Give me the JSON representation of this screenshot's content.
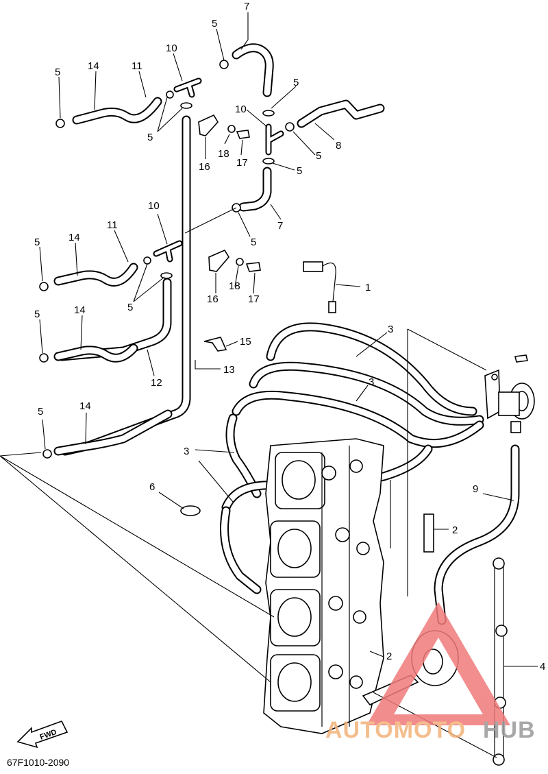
{
  "diagram": {
    "part_code": "67F1010-2090",
    "fwd_label": "FWD",
    "watermark": {
      "brand_left": "AUTOMOTO",
      "brand_right": "HUB",
      "color_left": "#f3b27a",
      "color_right": "#9a9a9a",
      "triangle_color": "#f07a7a"
    },
    "callouts": {
      "c7a": "7",
      "c5a": "5",
      "c10a": "10",
      "c5b": "5",
      "c14a": "14",
      "c11a": "11",
      "c5c": "5",
      "c5d": "5",
      "c10b": "10",
      "c8": "8",
      "c5e": "5",
      "c18a": "18",
      "c17a": "17",
      "c16a": "16",
      "c5f": "5",
      "c10c": "10",
      "c7b": "7",
      "c11b": "11",
      "c14b": "14",
      "c5g": "5",
      "c5h": "5",
      "c1": "1",
      "c18b": "18",
      "c17b": "17",
      "c16b": "16",
      "c5i": "5",
      "c14c": "14",
      "c3a": "3",
      "c15": "15",
      "c13": "13",
      "c12": "12",
      "c3b": "3",
      "c5j": "5",
      "c14d": "14",
      "c3c": "3",
      "c6": "6",
      "c9": "9",
      "c2a": "2",
      "c2b": "2",
      "c4": "4"
    }
  }
}
